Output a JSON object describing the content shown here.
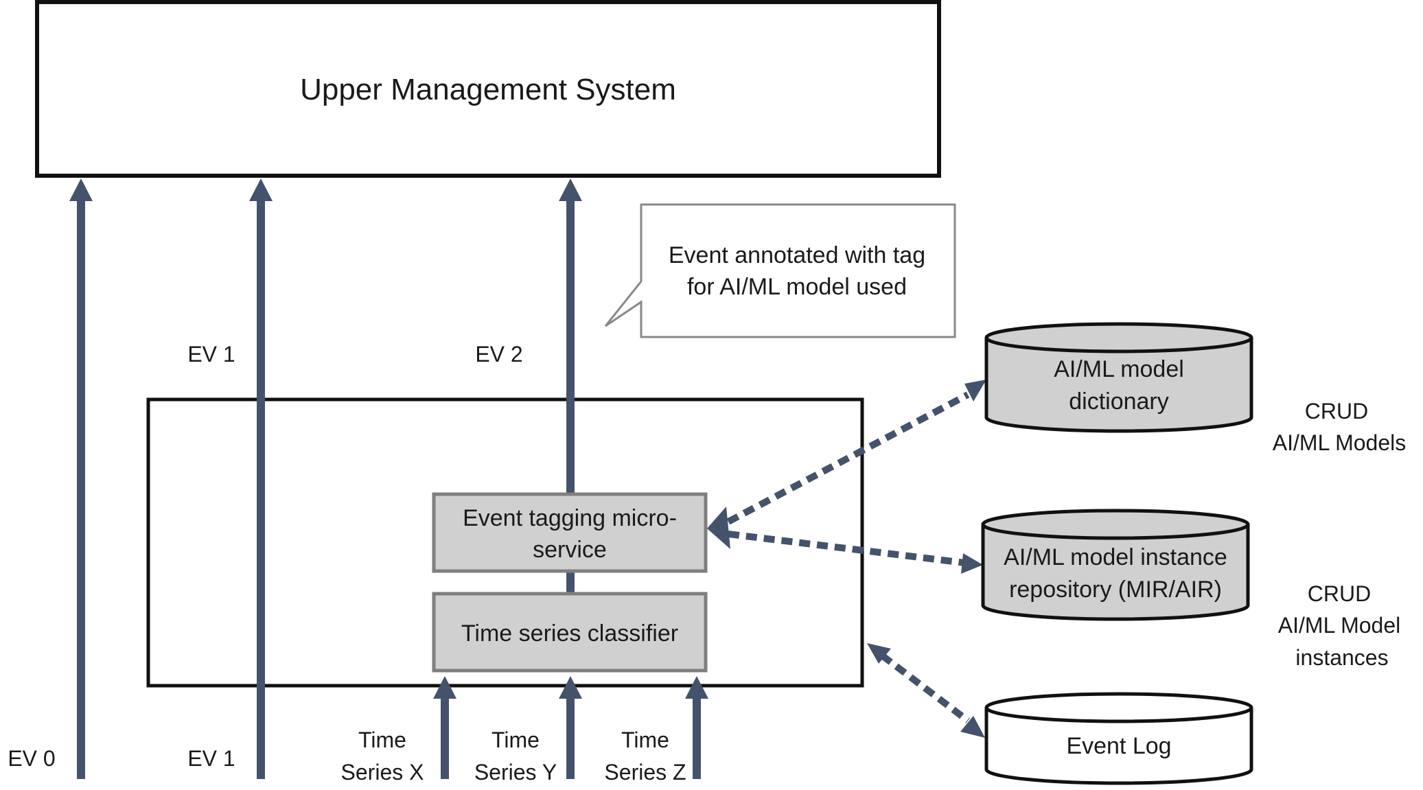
{
  "upper_system": {
    "label": "Upper Management System"
  },
  "callout": {
    "line1": "Event annotated with tag",
    "line2": "for AI/ML model used"
  },
  "event_labels": {
    "ev0_bottom": "EV 0",
    "ev1_bottom": "EV 1",
    "ev1_mid": "EV 1",
    "ev2_mid": "EV 2"
  },
  "microservice": {
    "line1": "Event tagging micro-",
    "line2": "service"
  },
  "classifier": {
    "label": "Time series classifier"
  },
  "time_series": [
    {
      "line1": "Time",
      "line2": "Series X"
    },
    {
      "line1": "Time",
      "line2": "Series Y"
    },
    {
      "line1": "Time",
      "line2": "Series Z"
    }
  ],
  "databases": {
    "dictionary": {
      "line1": "AI/ML model",
      "line2": "dictionary"
    },
    "repository": {
      "line1": "AI/ML model instance",
      "line2": "repository (MIR/AIR)"
    },
    "event_log": {
      "label": "Event Log"
    }
  },
  "crud_labels": {
    "models": {
      "line1": "CRUD",
      "line2": "AI/ML Models"
    },
    "instances": {
      "line1": "CRUD",
      "line2": "AI/ML Model",
      "line3": "instances"
    }
  },
  "colors": {
    "arrow": "#44536b",
    "box_fill": "#d0d0d0",
    "box_stroke": "#7f7f7f",
    "db_fill": "#d0d0d0",
    "outline": "#111111"
  }
}
